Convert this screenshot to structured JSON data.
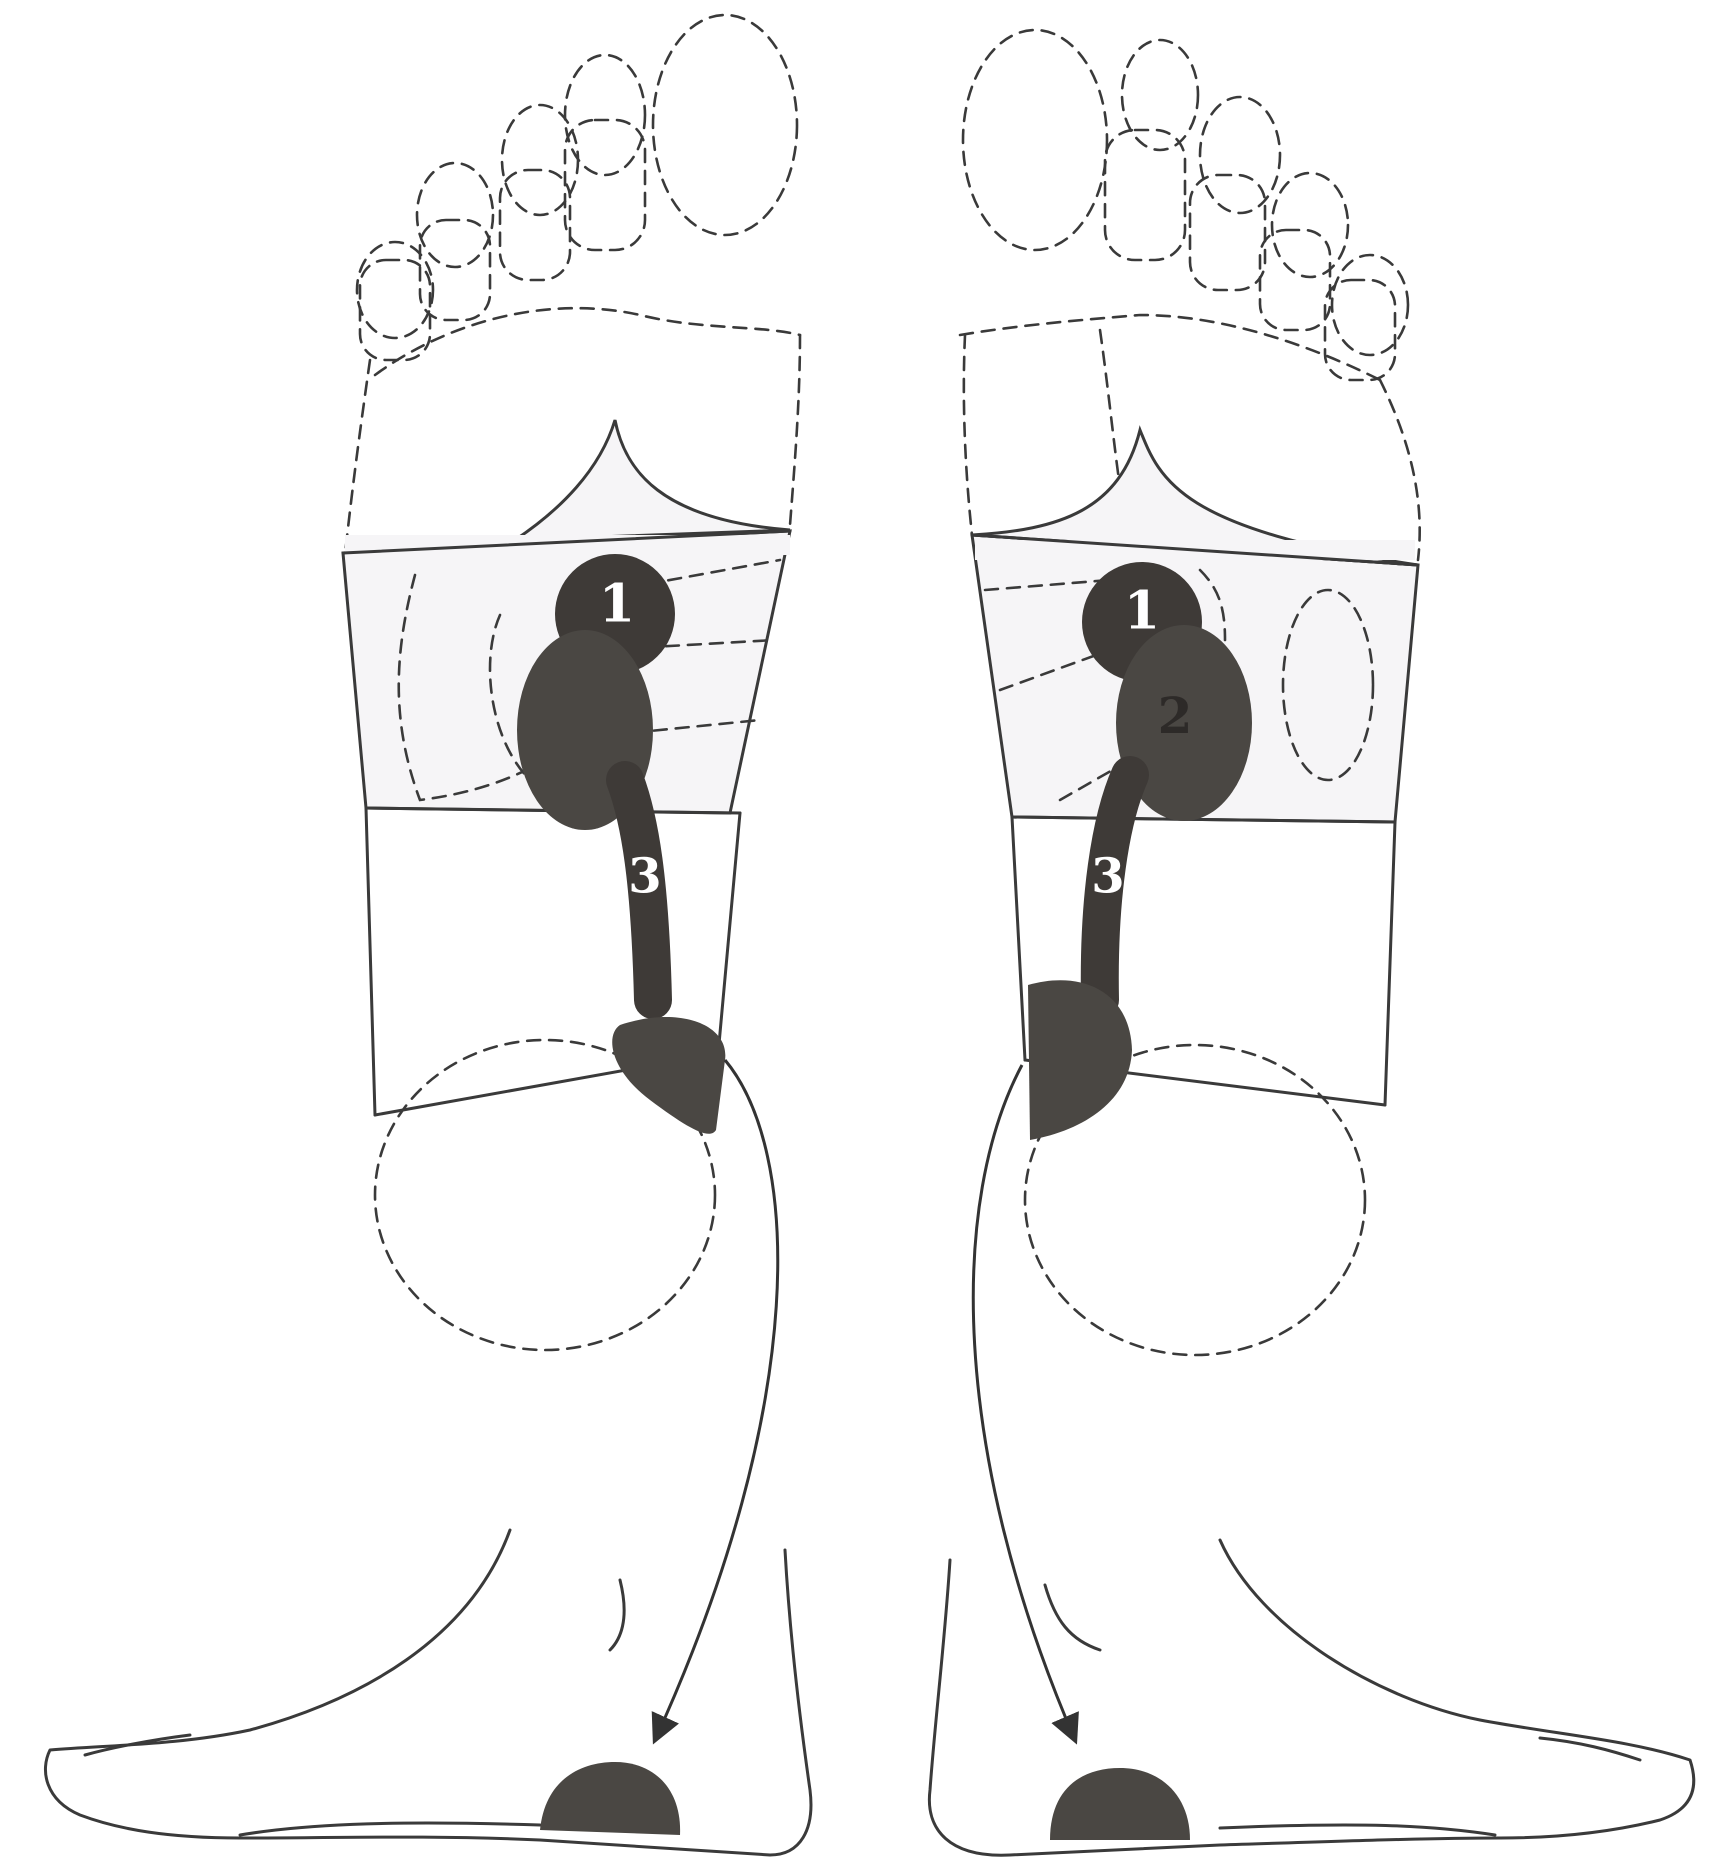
{
  "left_foot": {
    "labels": {
      "point_1": "1",
      "point_3": "3"
    }
  },
  "right_foot": {
    "labels": {
      "point_1": "1",
      "point_2": "2",
      "point_3": "3"
    }
  },
  "colors": {
    "organ_fill": "#4a4743",
    "zone_fill": "#f6f5f7",
    "outline": "#3a3a3a"
  }
}
